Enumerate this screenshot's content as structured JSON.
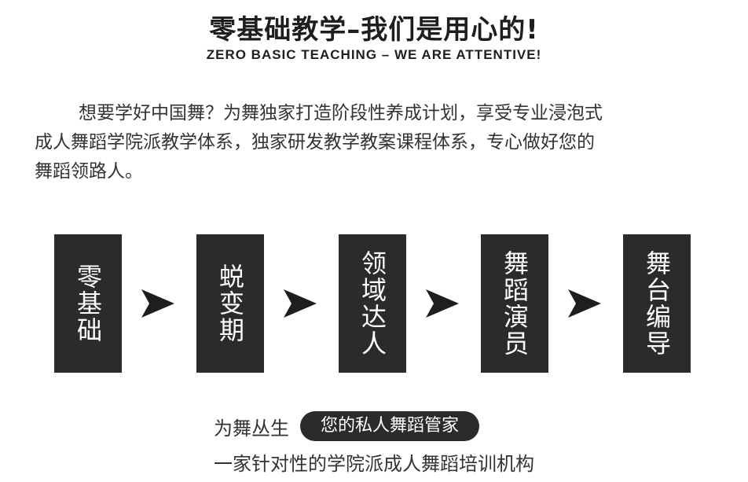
{
  "header": {
    "title": "零基础教学–我们是用心的!",
    "subtitle": "ZERO BASIC TEACHING – WE ARE ATTENTIVE!"
  },
  "intro": {
    "lines": [
      "想要学好中国舞？为舞独家打造阶段性养成计划，享受专业浸泡式",
      "成人舞蹈学院派教学体系，独家研发教学教案课程体系，专心做好您的",
      "舞蹈领路人。"
    ]
  },
  "steps": [
    {
      "label": "零基础"
    },
    {
      "label": "蜕变期"
    },
    {
      "label": "领域达人"
    },
    {
      "label": "舞蹈演员"
    },
    {
      "label": "舞台编导"
    }
  ],
  "tagline": {
    "brand": "为舞丛生",
    "pill": "您的私人舞蹈管家"
  },
  "footer": {
    "text": "一家针对性的学院派成人舞蹈培训机构"
  },
  "colors": {
    "box": "#2b2b2b",
    "arrow": "#1e1e1e",
    "text": "#333333"
  }
}
